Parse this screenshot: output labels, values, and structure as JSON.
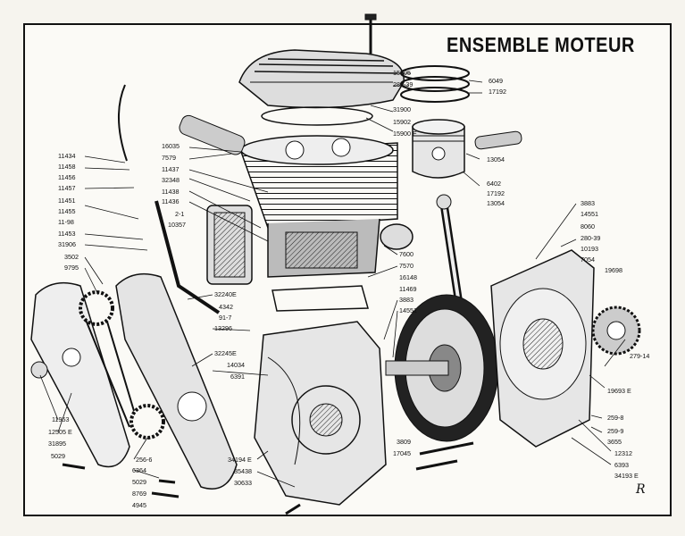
{
  "title": "ENSEMBLE MOTEUR",
  "signature": "R",
  "labels": [
    {
      "id": "l1",
      "text": "15905"
    },
    {
      "id": "l2",
      "text": "280-39"
    },
    {
      "id": "l3",
      "text": "31900"
    },
    {
      "id": "l4",
      "text": "15902"
    },
    {
      "id": "l5",
      "text": "15900 E"
    },
    {
      "id": "l6",
      "text": "6049"
    },
    {
      "id": "l7",
      "text": "17192"
    },
    {
      "id": "l8",
      "text": "13054"
    },
    {
      "id": "l9",
      "text": "6402"
    },
    {
      "id": "l10",
      "text": "17192"
    },
    {
      "id": "l11",
      "text": "13054"
    },
    {
      "id": "l12",
      "text": "16035"
    },
    {
      "id": "l13",
      "text": "7579"
    },
    {
      "id": "l14",
      "text": "11437"
    },
    {
      "id": "l15",
      "text": "32348"
    },
    {
      "id": "l16",
      "text": "11438"
    },
    {
      "id": "l17",
      "text": "11436"
    },
    {
      "id": "l18",
      "text": "2-1"
    },
    {
      "id": "l19",
      "text": "10357"
    },
    {
      "id": "l20",
      "text": "11434"
    },
    {
      "id": "l21",
      "text": "11458"
    },
    {
      "id": "l22",
      "text": "11456"
    },
    {
      "id": "l23",
      "text": "11457"
    },
    {
      "id": "l24",
      "text": "11451"
    },
    {
      "id": "l25",
      "text": "11455"
    },
    {
      "id": "l26",
      "text": "11-98"
    },
    {
      "id": "l27",
      "text": "11453"
    },
    {
      "id": "l28",
      "text": "31906"
    },
    {
      "id": "l29",
      "text": "3502"
    },
    {
      "id": "l30",
      "text": "9795"
    },
    {
      "id": "l31",
      "text": "32240E"
    },
    {
      "id": "l32",
      "text": "4342"
    },
    {
      "id": "l33",
      "text": "91-7"
    },
    {
      "id": "l34",
      "text": "13296"
    },
    {
      "id": "l35",
      "text": "32245E"
    },
    {
      "id": "l36",
      "text": "14034"
    },
    {
      "id": "l37",
      "text": "6391"
    },
    {
      "id": "l38",
      "text": "7600"
    },
    {
      "id": "l39",
      "text": "7570"
    },
    {
      "id": "l40",
      "text": "16148"
    },
    {
      "id": "l41",
      "text": "11469"
    },
    {
      "id": "l42",
      "text": "3883"
    },
    {
      "id": "l43",
      "text": "14551"
    },
    {
      "id": "l44",
      "text": "3883"
    },
    {
      "id": "l45",
      "text": "14551"
    },
    {
      "id": "l46",
      "text": "8060"
    },
    {
      "id": "l47",
      "text": "280-39"
    },
    {
      "id": "l48",
      "text": "10193"
    },
    {
      "id": "l49",
      "text": "7054"
    },
    {
      "id": "l50",
      "text": "19698"
    },
    {
      "id": "l51",
      "text": "279-14"
    },
    {
      "id": "l52",
      "text": "19693 E"
    },
    {
      "id": "l53",
      "text": "259-8"
    },
    {
      "id": "l54",
      "text": "259-9"
    },
    {
      "id": "l55",
      "text": "3655"
    },
    {
      "id": "l56",
      "text": "12312"
    },
    {
      "id": "l57",
      "text": "6393"
    },
    {
      "id": "l58",
      "text": "34193 E"
    },
    {
      "id": "l59",
      "text": "3809"
    },
    {
      "id": "l60",
      "text": "17045"
    },
    {
      "id": "l61",
      "text": "11953"
    },
    {
      "id": "l62",
      "text": "12505 E"
    },
    {
      "id": "l63",
      "text": "31895"
    },
    {
      "id": "l64",
      "text": "5029"
    },
    {
      "id": "l65",
      "text": "256-6"
    },
    {
      "id": "l66",
      "text": "6364"
    },
    {
      "id": "l67",
      "text": "5029"
    },
    {
      "id": "l68",
      "text": "8769"
    },
    {
      "id": "l69",
      "text": "4945"
    },
    {
      "id": "l70",
      "text": "34194 E"
    },
    {
      "id": "l71",
      "text": "35438"
    },
    {
      "id": "l72",
      "text": "30633"
    }
  ]
}
